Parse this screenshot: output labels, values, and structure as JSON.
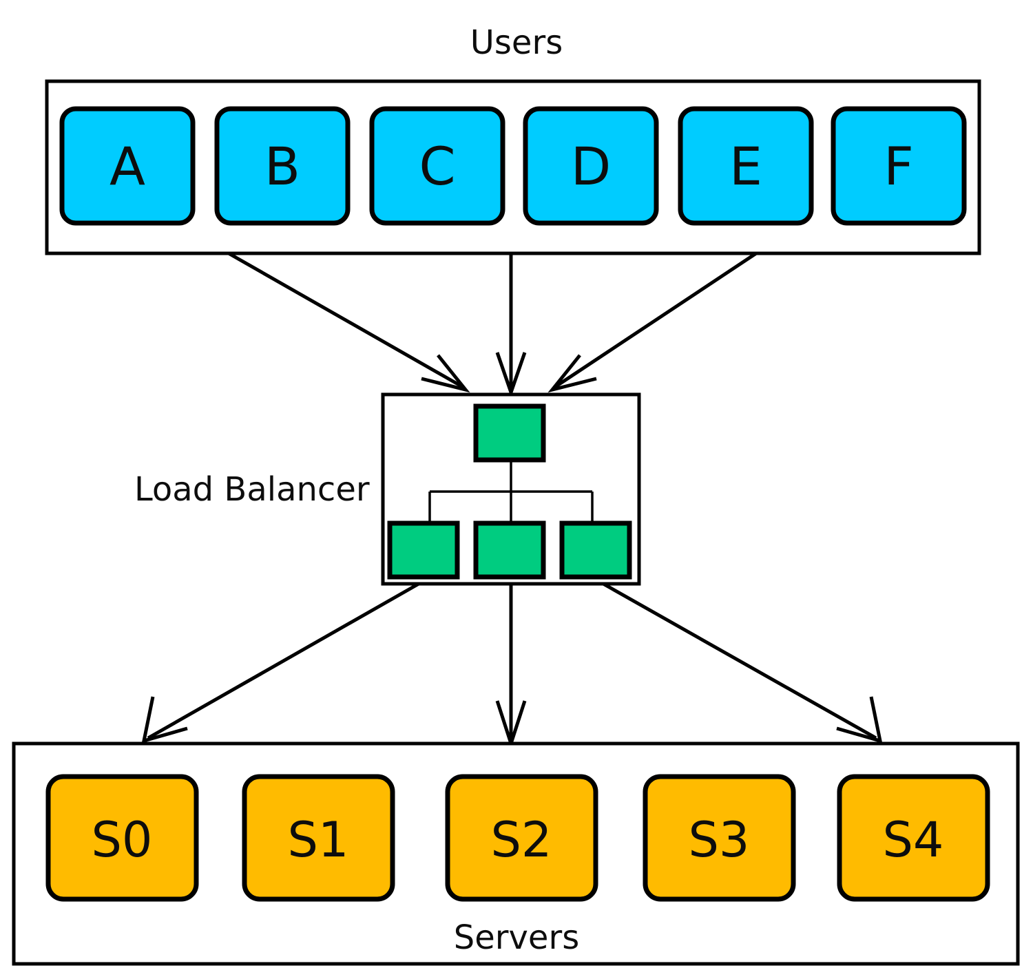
{
  "diagram": {
    "title": "Users",
    "theme": {
      "background": "#ffffff",
      "stroke": "#000000",
      "user_fill": "#00ccff",
      "server_fill": "#ffbb00",
      "balancer_fill": "#00cc80"
    },
    "users_group": {
      "label": "Users",
      "nodes": [
        {
          "id": "user-a",
          "label": "A"
        },
        {
          "id": "user-b",
          "label": "B"
        },
        {
          "id": "user-c",
          "label": "C"
        },
        {
          "id": "user-d",
          "label": "D"
        },
        {
          "id": "user-e",
          "label": "E"
        },
        {
          "id": "user-f",
          "label": "F"
        }
      ]
    },
    "load_balancer": {
      "label": "Load Balancer",
      "top_node": {
        "id": "lb-root",
        "label": ""
      },
      "child_nodes": [
        {
          "id": "lb-child-1",
          "label": ""
        },
        {
          "id": "lb-child-2",
          "label": ""
        },
        {
          "id": "lb-child-3",
          "label": ""
        }
      ]
    },
    "servers_group": {
      "label": "Servers",
      "nodes": [
        {
          "id": "server-s0",
          "label": "S0"
        },
        {
          "id": "server-s1",
          "label": "S1"
        },
        {
          "id": "server-s2",
          "label": "S2"
        },
        {
          "id": "server-s3",
          "label": "S3"
        },
        {
          "id": "server-s4",
          "label": "S4"
        }
      ]
    },
    "flows": {
      "users_to_balancer_count": 3,
      "balancer_to_servers_count": 3,
      "direction": "downward"
    }
  }
}
